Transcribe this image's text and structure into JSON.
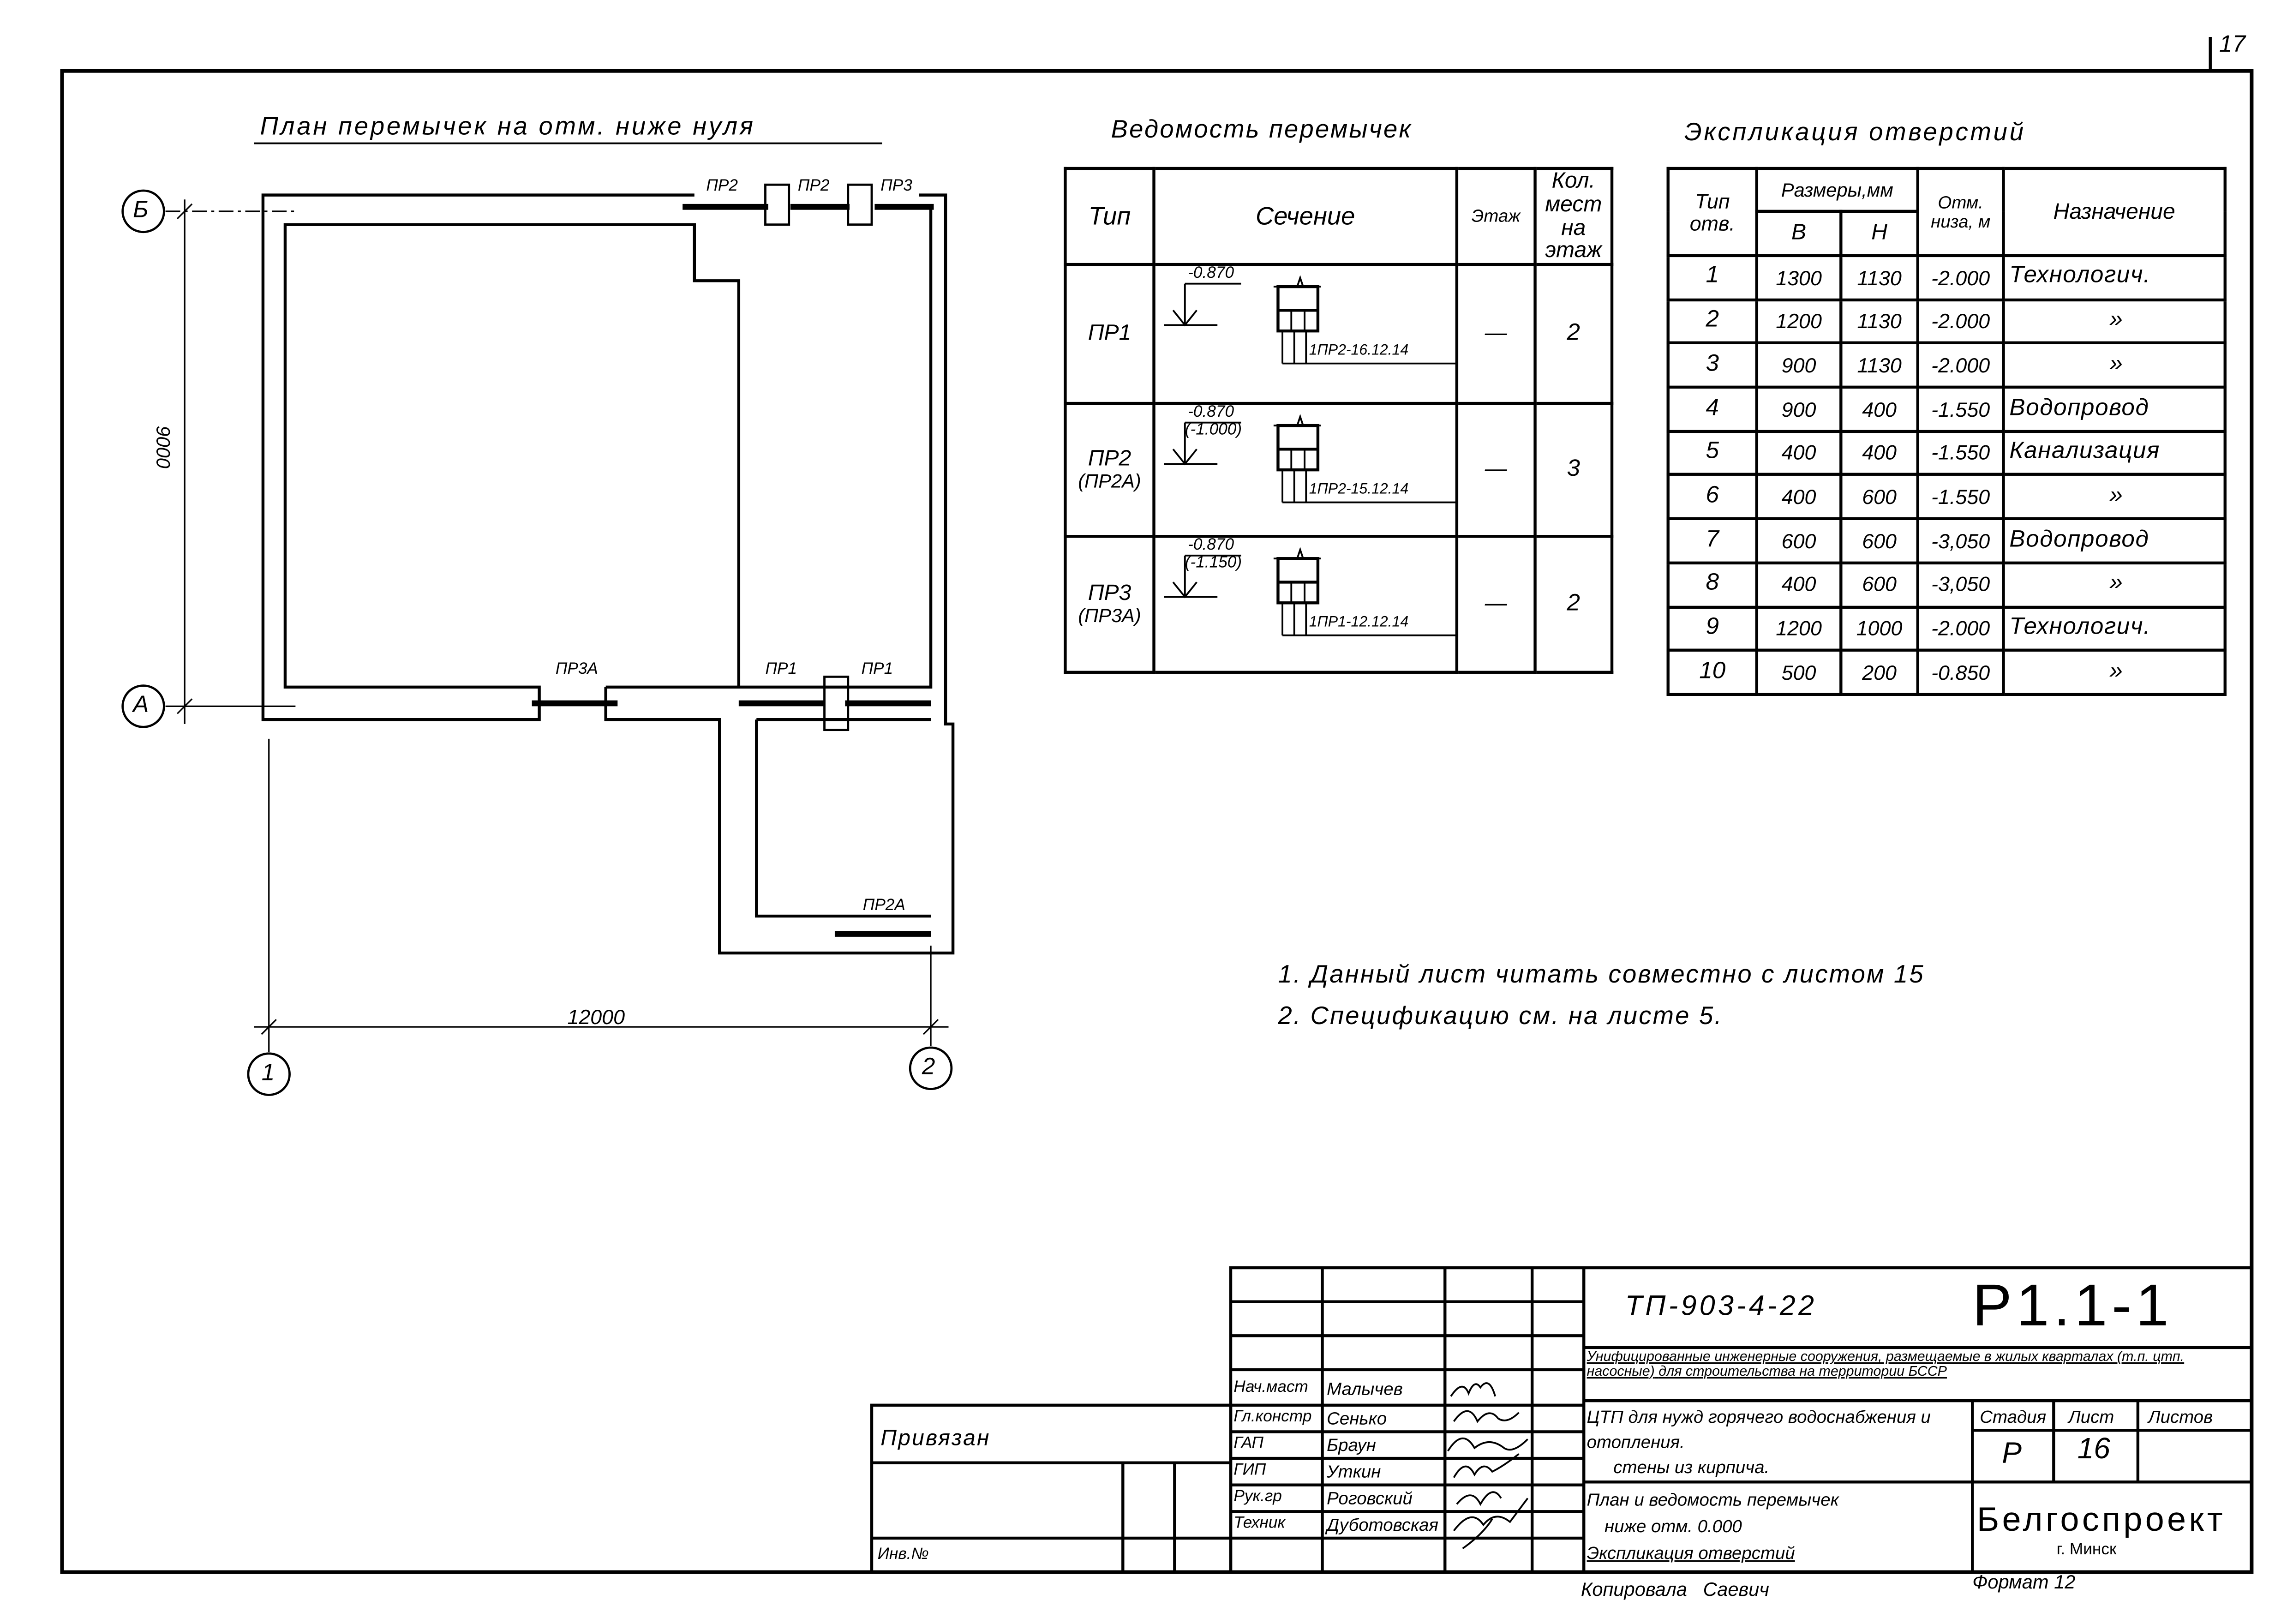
{
  "sheet_number": "17",
  "plan": {
    "title": "План перемычек на отм. ниже нуля",
    "axes": {
      "b": "Б",
      "a": "А",
      "one": "1",
      "two": "2"
    },
    "dims": {
      "vertical": "9000",
      "horizontal": "12000"
    },
    "lintel_labels": {
      "pr2_a": "ПР2",
      "pr2_b": "ПР2",
      "pr3": "ПР3",
      "pr3a": "ПР3А",
      "pr1_a": "ПР1",
      "pr1_b": "ПР1",
      "pr2a": "ПР2А"
    }
  },
  "lintels": {
    "title": "Ведомость перемычек",
    "headers": {
      "type": "Тип",
      "section": "Сечение",
      "floor": "Этаж",
      "count": "Кол. мест на этаж"
    },
    "rows": [
      {
        "type": "ПР1",
        "type_alt": "",
        "elev": "-0.870",
        "elev_alt": "",
        "mark": "1ПР2-16.12.14",
        "floor": "—",
        "count": "2"
      },
      {
        "type": "ПР2",
        "type_alt": "(ПР2А)",
        "elev": "-0.870",
        "elev_alt": "(-1.000)",
        "mark": "1ПР2-15.12.14",
        "floor": "—",
        "count": "3"
      },
      {
        "type": "ПР3",
        "type_alt": "(ПР3А)",
        "elev": "-0.870",
        "elev_alt": "(-1.150)",
        "mark": "1ПР1-12.12.14",
        "floor": "—",
        "count": "2"
      }
    ]
  },
  "openings": {
    "title": "Экспликация отверстий",
    "headers": {
      "type": "Тип отв.",
      "sizes": "Размеры,мм",
      "b": "В",
      "h": "Н",
      "elev": "Отм. низа, м",
      "purpose": "Назначение"
    },
    "rows": [
      {
        "n": "1",
        "b": "1300",
        "h": "1130",
        "elev": "-2.000",
        "purpose": "Технологич."
      },
      {
        "n": "2",
        "b": "1200",
        "h": "1130",
        "elev": "-2.000",
        "purpose": "»"
      },
      {
        "n": "3",
        "b": "900",
        "h": "1130",
        "elev": "-2.000",
        "purpose": "»"
      },
      {
        "n": "4",
        "b": "900",
        "h": "400",
        "elev": "-1.550",
        "purpose": "Водопровод"
      },
      {
        "n": "5",
        "b": "400",
        "h": "400",
        "elev": "-1.550",
        "purpose": "Канализация"
      },
      {
        "n": "6",
        "b": "400",
        "h": "600",
        "elev": "-1.550",
        "purpose": "»"
      },
      {
        "n": "7",
        "b": "600",
        "h": "600",
        "elev": "-3,050",
        "purpose": "Водопровод"
      },
      {
        "n": "8",
        "b": "400",
        "h": "600",
        "elev": "-3,050",
        "purpose": "»"
      },
      {
        "n": "9",
        "b": "1200",
        "h": "1000",
        "elev": "-2.000",
        "purpose": "Технологич."
      },
      {
        "n": "10",
        "b": "500",
        "h": "200",
        "elev": "-0.850",
        "purpose": "»"
      }
    ]
  },
  "notes": [
    "1. Данный лист читать совместно с листом 15",
    "2. Спецификацию см. на листе 5."
  ],
  "title_block": {
    "project_code": "ТП-903-4-22",
    "sheet_code": "Р1.1-1",
    "project_desc": [
      "Унифицированные инженерные сооружения, размещаемые в жилых кварталах (т.п. цтп. насосные)",
      "для строительства на территории БССР"
    ],
    "object_name": [
      "ЦТП для нужд горячего водоснабжения и отопления.",
      "стены из кирпича."
    ],
    "sheet_name": [
      "План и ведомость перемычек",
      "ниже отм. 0.000",
      "Экспликация отверстий"
    ],
    "stage_label": "Стадия",
    "sheet_label": "Лист",
    "sheets_label": "Листов",
    "stage": "Р",
    "sheet": "16",
    "sheets": "",
    "org": "Белгоспроект",
    "city": "г. Минск",
    "staff": [
      {
        "role": "Нач.маст",
        "name": "Малычев"
      },
      {
        "role": "Гл.констр",
        "name": "Сенько"
      },
      {
        "role": "ГАП",
        "name": "Браун"
      },
      {
        "role": "ГИП",
        "name": "Уткин"
      },
      {
        "role": "Рук.гр",
        "name": "Роговский"
      },
      {
        "role": "Техник",
        "name": "Дуботовская"
      }
    ],
    "attached": "Привязан",
    "inv": "Инв.№",
    "copied": "Копировала   Саевич",
    "format": "Формат 12"
  }
}
